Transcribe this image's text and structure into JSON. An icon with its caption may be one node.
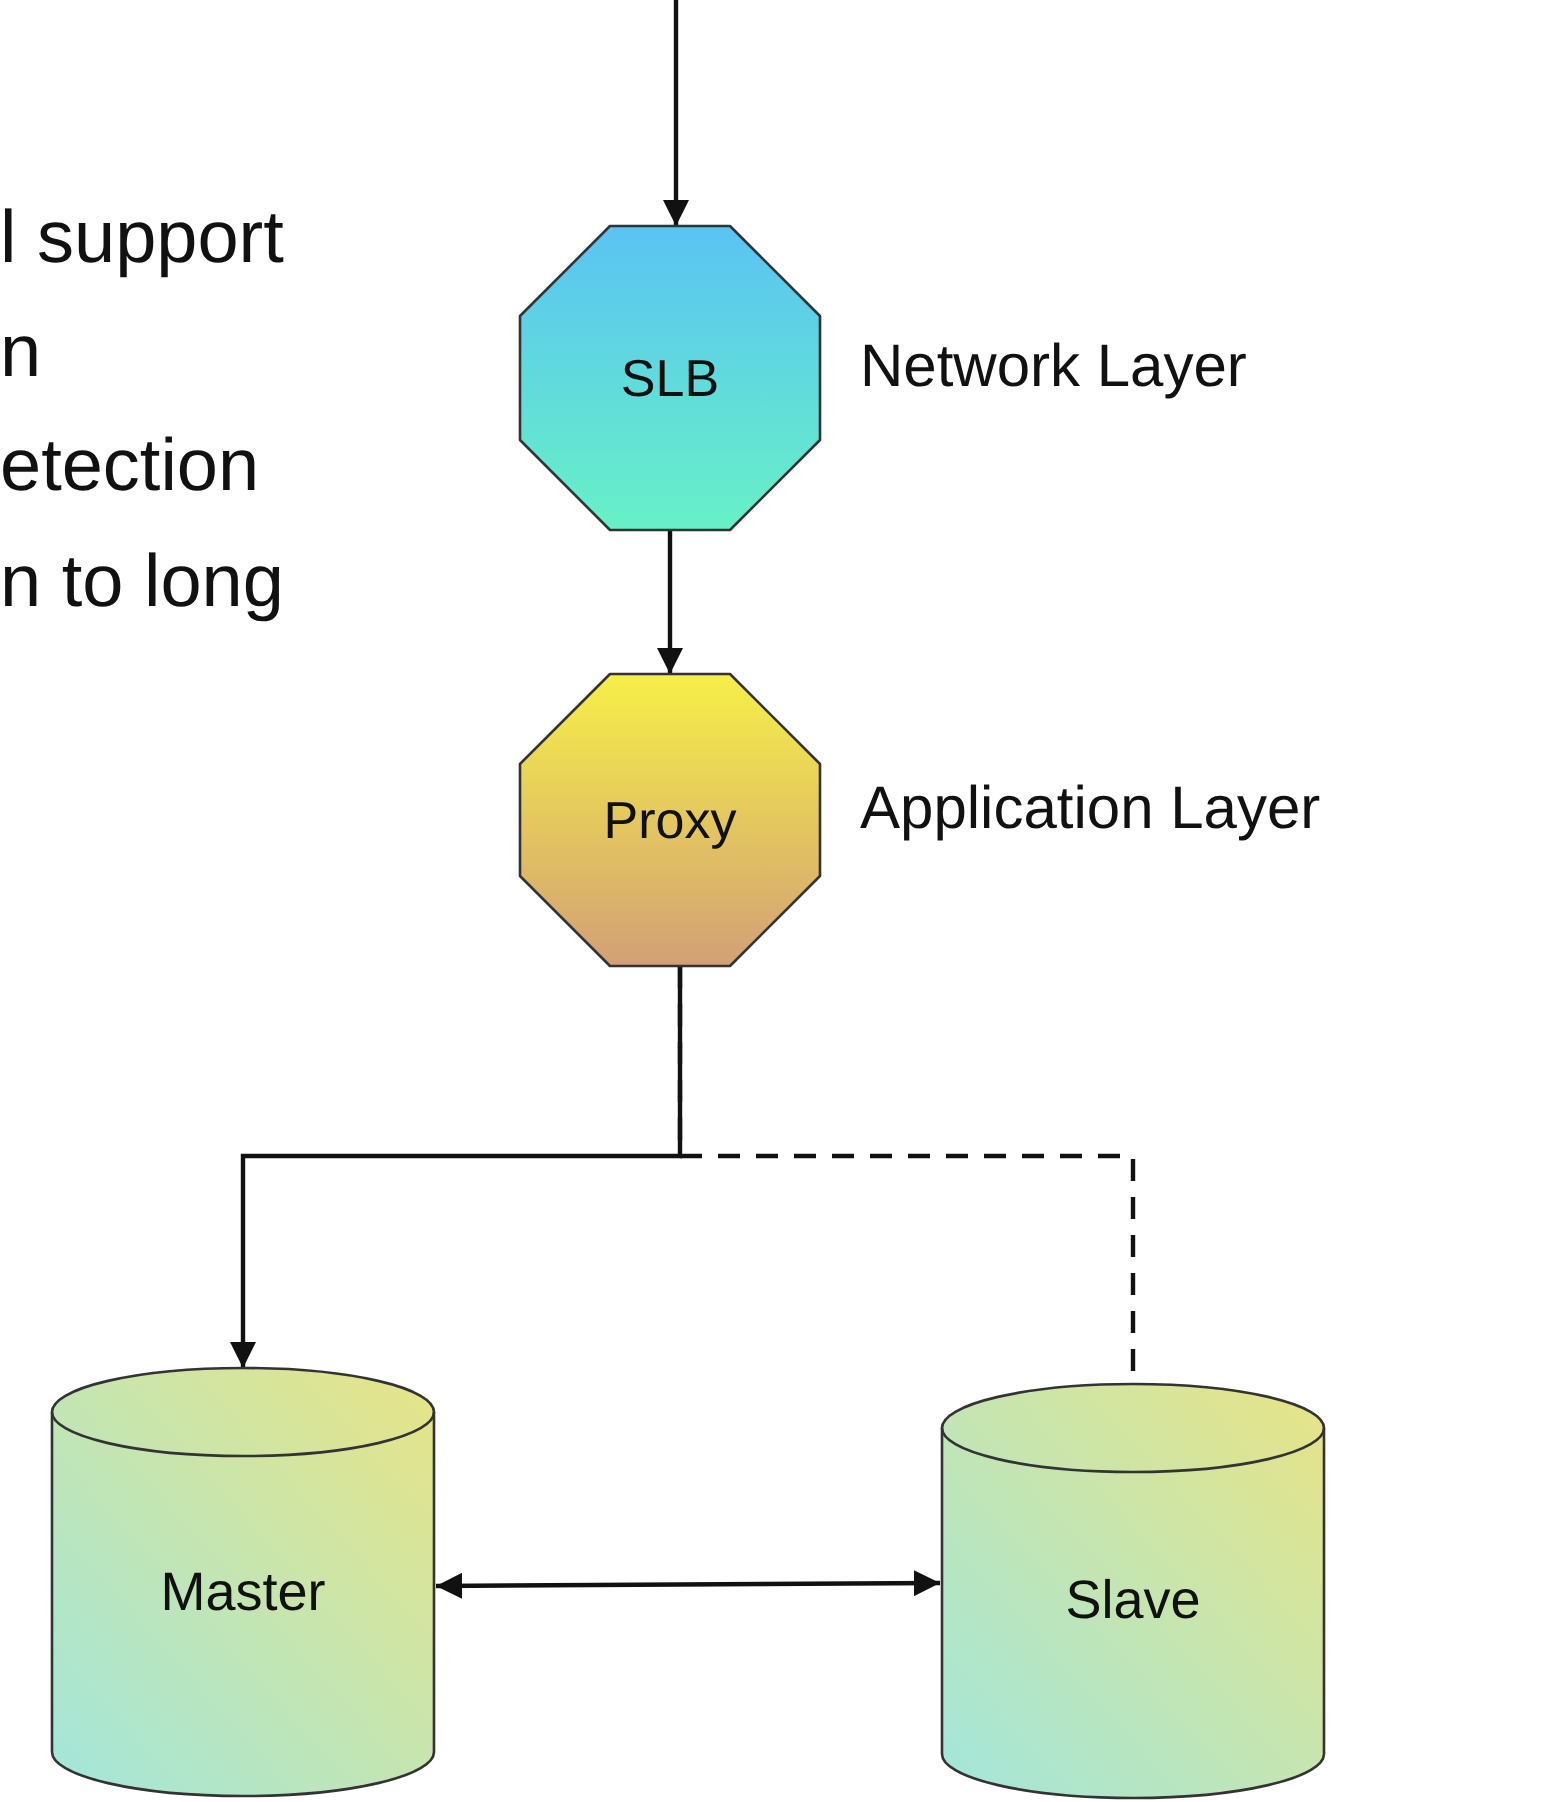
{
  "diagram": {
    "nodes": [
      {
        "text": [
          "SLB"
        ],
        "beside": [
          "Network Layer"
        ]
      },
      {
        "text": [
          "Proxy"
        ],
        "beside": [
          "Application Layer"
        ]
      },
      {
        "text": [
          "Master"
        ]
      },
      {
        "text": [
          "Slave"
        ]
      }
    ],
    "edges": [
      {
        "from": null,
        "to": 0,
        "arrow": "to"
      },
      {
        "from": 0,
        "to": 1,
        "arrow": "to"
      },
      {
        "from": 1,
        "to": 2,
        "arrow": "to"
      },
      {
        "from": 1,
        "to": 3,
        "arrow": "none",
        "style": "dashed"
      },
      {
        "from": 2,
        "to": 3,
        "arrow": "both"
      }
    ],
    "labels": [
      "l support",
      "n",
      "etection",
      "n to long"
    ]
  }
}
